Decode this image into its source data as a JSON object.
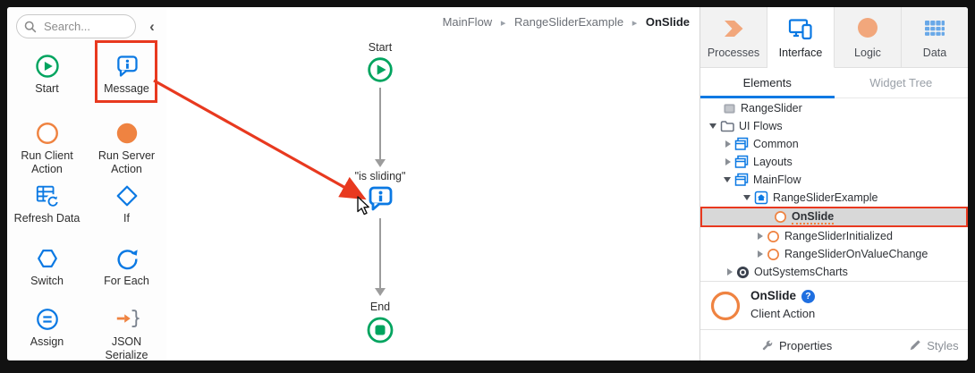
{
  "toolbox": {
    "search_placeholder": "Search...",
    "collapse_icon": "‹",
    "items": [
      {
        "label": "Start"
      },
      {
        "label": "Message"
      },
      {
        "label": "Run Client Action"
      },
      {
        "label": "Run Server Action"
      },
      {
        "label": "Refresh Data"
      },
      {
        "label": "If"
      },
      {
        "label": "Switch"
      },
      {
        "label": "For Each"
      },
      {
        "label": "Assign"
      },
      {
        "label": "JSON Serialize"
      }
    ]
  },
  "canvas": {
    "breadcrumb": {
      "items": [
        "MainFlow",
        "RangeSliderExample",
        "OnSlide"
      ],
      "separator": "▸"
    },
    "flow": {
      "start_label": "Start",
      "message_label": "\"is sliding\"",
      "end_label": "End"
    }
  },
  "right_panel": {
    "tabs": [
      {
        "label": "Processes"
      },
      {
        "label": "Interface"
      },
      {
        "label": "Logic"
      },
      {
        "label": "Data"
      }
    ],
    "active_tab": "Interface",
    "subtabs": [
      {
        "label": "Elements"
      },
      {
        "label": "Widget Tree"
      }
    ],
    "active_subtab": "Elements",
    "tree": [
      {
        "label": "RangeSlider"
      },
      {
        "label": "UI Flows"
      },
      {
        "label": "Common"
      },
      {
        "label": "Layouts"
      },
      {
        "label": "MainFlow"
      },
      {
        "label": "RangeSliderExample"
      },
      {
        "label": "OnSlide",
        "selected": true
      },
      {
        "label": "RangeSliderInitialized"
      },
      {
        "label": "RangeSliderOnValueChange"
      },
      {
        "label": "OutSystemsCharts"
      }
    ],
    "selection": {
      "title": "OnSlide",
      "help_badge": "?",
      "subtitle": "Client Action"
    },
    "footer": {
      "properties_label": "Properties",
      "styles_label": "Styles"
    }
  },
  "colors": {
    "accent_blue": "#0b79e3",
    "green": "#00a45f",
    "orange": "#ef8341",
    "peach": "#f2a77c",
    "data_blue": "#68a8e8",
    "annotation_red": "#e8391f",
    "selected_row": "#d8d8d8"
  }
}
